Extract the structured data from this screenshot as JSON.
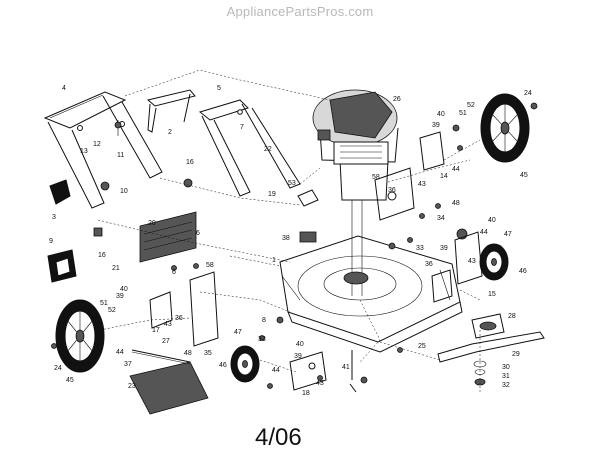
{
  "watermark": "AppliancePartsPros.com",
  "date_code": "4/06",
  "callouts": [
    {
      "id": "c4",
      "label": "4"
    },
    {
      "id": "c2",
      "label": "2"
    },
    {
      "id": "c5",
      "label": "5"
    },
    {
      "id": "c26",
      "label": "26"
    },
    {
      "id": "c24a",
      "label": "24"
    },
    {
      "id": "c13",
      "label": "13"
    },
    {
      "id": "c12",
      "label": "12"
    },
    {
      "id": "c11",
      "label": "11"
    },
    {
      "id": "c7",
      "label": "7"
    },
    {
      "id": "c22",
      "label": "22"
    },
    {
      "id": "c40a",
      "label": "40"
    },
    {
      "id": "c51a",
      "label": "51"
    },
    {
      "id": "c52a",
      "label": "52"
    },
    {
      "id": "c39a",
      "label": "39"
    },
    {
      "id": "c16a",
      "label": "16"
    },
    {
      "id": "c10",
      "label": "10"
    },
    {
      "id": "c3",
      "label": "3"
    },
    {
      "id": "c53",
      "label": "53"
    },
    {
      "id": "c19",
      "label": "19"
    },
    {
      "id": "c14",
      "label": "14"
    },
    {
      "id": "c44a",
      "label": "44"
    },
    {
      "id": "c45a",
      "label": "45"
    },
    {
      "id": "c58a",
      "label": "58"
    },
    {
      "id": "c36a",
      "label": "36"
    },
    {
      "id": "c43a",
      "label": "43"
    },
    {
      "id": "c48a",
      "label": "48"
    },
    {
      "id": "c34",
      "label": "34"
    },
    {
      "id": "c20",
      "label": "20"
    },
    {
      "id": "c6a",
      "label": "6"
    },
    {
      "id": "c9",
      "label": "9"
    },
    {
      "id": "c16b",
      "label": "16"
    },
    {
      "id": "c38",
      "label": "38"
    },
    {
      "id": "c33a",
      "label": "33"
    },
    {
      "id": "c40b",
      "label": "40"
    },
    {
      "id": "c44b",
      "label": "44"
    },
    {
      "id": "c47a",
      "label": "47"
    },
    {
      "id": "c39b",
      "label": "39"
    },
    {
      "id": "c21",
      "label": "21"
    },
    {
      "id": "c6b",
      "label": "6"
    },
    {
      "id": "c1",
      "label": "1"
    },
    {
      "id": "c36b",
      "label": "36"
    },
    {
      "id": "c43b",
      "label": "43"
    },
    {
      "id": "c46a",
      "label": "46"
    },
    {
      "id": "c58b",
      "label": "58"
    },
    {
      "id": "c40c",
      "label": "40"
    },
    {
      "id": "c39c",
      "label": "39"
    },
    {
      "id": "c51b",
      "label": "51"
    },
    {
      "id": "c52b",
      "label": "52"
    },
    {
      "id": "c15",
      "label": "15"
    },
    {
      "id": "c17",
      "label": "17"
    },
    {
      "id": "c43c",
      "label": "43"
    },
    {
      "id": "c36c",
      "label": "36"
    },
    {
      "id": "c8",
      "label": "8"
    },
    {
      "id": "c33b",
      "label": "33"
    },
    {
      "id": "c28",
      "label": "28"
    },
    {
      "id": "c44c",
      "label": "44"
    },
    {
      "id": "c47b",
      "label": "47"
    },
    {
      "id": "c40d",
      "label": "40"
    },
    {
      "id": "c27",
      "label": "27"
    },
    {
      "id": "c48b",
      "label": "48"
    },
    {
      "id": "c35",
      "label": "35"
    },
    {
      "id": "c39d",
      "label": "39"
    },
    {
      "id": "c25",
      "label": "25"
    },
    {
      "id": "c29",
      "label": "29"
    },
    {
      "id": "c24b",
      "label": "24"
    },
    {
      "id": "c45b",
      "label": "45"
    },
    {
      "id": "c37",
      "label": "37"
    },
    {
      "id": "c46b",
      "label": "46"
    },
    {
      "id": "c44d",
      "label": "44"
    },
    {
      "id": "c43d",
      "label": "43"
    },
    {
      "id": "c41",
      "label": "41"
    },
    {
      "id": "c30",
      "label": "30"
    },
    {
      "id": "c31",
      "label": "31"
    },
    {
      "id": "c23",
      "label": "23"
    },
    {
      "id": "c18",
      "label": "18"
    },
    {
      "id": "c32",
      "label": "32"
    }
  ]
}
